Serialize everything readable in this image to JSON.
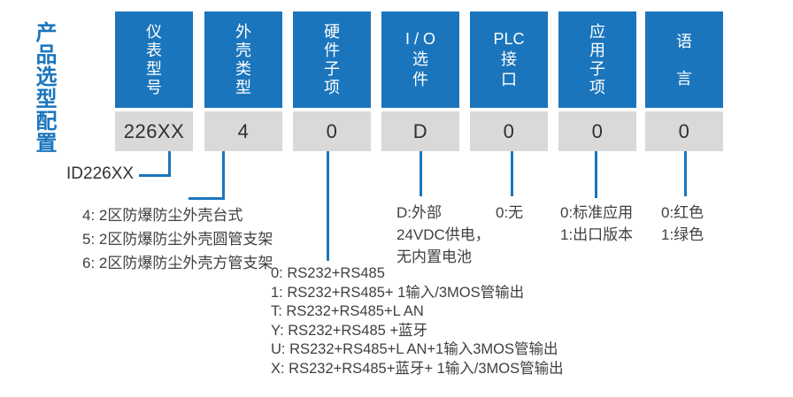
{
  "title": "产品选型配置",
  "model_label": "ID226XX",
  "colors": {
    "primary_blue": "#1b75bc",
    "value_box_gray": "#d9d9d9",
    "value_text": "#303030",
    "note_text": "#404040"
  },
  "columns": [
    {
      "name": "instrument-model",
      "header": "仪表型号",
      "header_lines": [
        "仪",
        "表",
        "型",
        "号"
      ],
      "value": "226XX",
      "notes": []
    },
    {
      "name": "enclosure-type",
      "header": "外壳类型",
      "header_lines": [
        "外",
        "壳",
        "类",
        "型"
      ],
      "value": "4",
      "notes": [
        "4: 2区防爆防尘外壳台式",
        "5: 2区防爆防尘外壳圆管支架",
        "6: 2区防爆防尘外壳方管支架"
      ]
    },
    {
      "name": "hardware-subitem",
      "header": "硬件子项",
      "header_lines": [
        "硬",
        "件",
        "子",
        "项"
      ],
      "value": "0",
      "notes": [
        "0: RS232+RS485",
        "1: RS232+RS485+ 1输入/3MOS管输出",
        "T: RS232+RS485+L AN",
        "Y: RS232+RS485 +蓝牙",
        "U: RS232+RS485+L AN+1输入3MOS管输出",
        "X: RS232+RS485+蓝牙+ 1输入/3MOS管输出"
      ]
    },
    {
      "name": "io-option",
      "header": "I/O选件",
      "header_lines": [
        "I / O",
        "选",
        "件"
      ],
      "value": "D",
      "notes": [
        "D:外部",
        "24VDC供电，",
        "无内置电池"
      ]
    },
    {
      "name": "plc-interface",
      "header": "PLC接口",
      "header_lines": [
        "PLC",
        "接",
        "口"
      ],
      "value": "0",
      "notes": [
        "0:无"
      ]
    },
    {
      "name": "application-subitem",
      "header": "应用子项",
      "header_lines": [
        "应",
        "用",
        "子",
        "项"
      ],
      "value": "0",
      "notes": [
        "0:标准应用",
        "1:出口版本"
      ]
    },
    {
      "name": "language",
      "header": "语言",
      "header_lines": [
        "语",
        "言"
      ],
      "value": "0",
      "notes": [
        "0:红色",
        "1:绿色"
      ]
    }
  ]
}
